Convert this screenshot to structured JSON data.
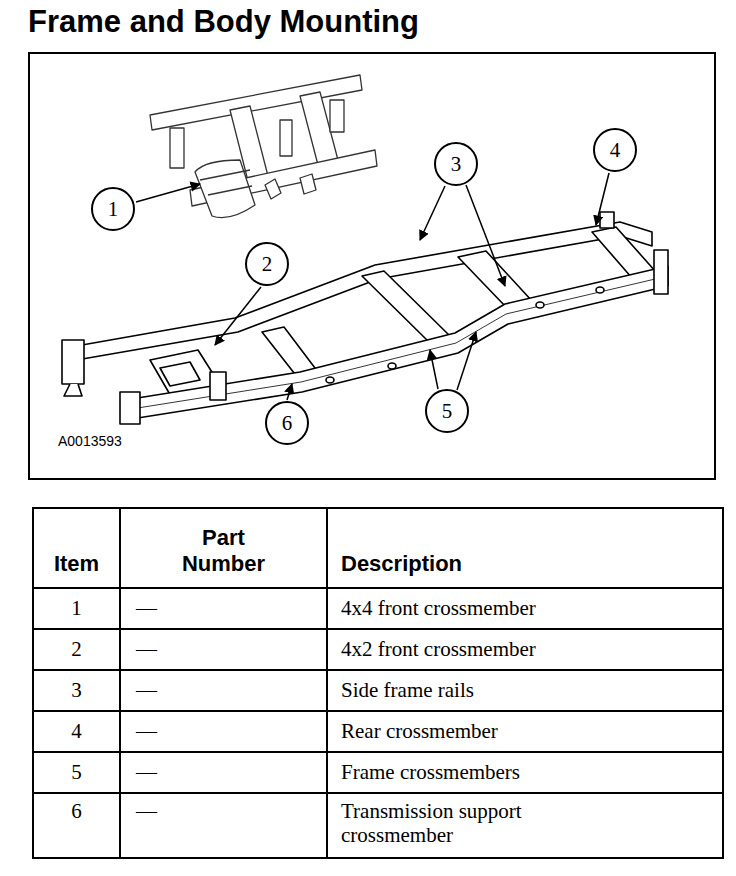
{
  "diagram": {
    "title": "Frame and Body Mounting",
    "nodes": [
      {
        "text": [
          "A0013593"
        ]
      },
      {
        "text": [
          "1"
        ],
        "in": 0
      },
      {
        "text": [
          "2"
        ],
        "in": 0
      },
      {
        "text": [
          "3"
        ],
        "in": 0
      },
      {
        "text": [
          "4"
        ],
        "in": 0
      },
      {
        "text": [
          "5"
        ],
        "in": 0
      },
      {
        "text": [
          "6"
        ],
        "in": 0
      }
    ],
    "labels": [
      "Item",
      "Part Number",
      "Description",
      "1",
      "—",
      "4x4 front crossmember",
      "2",
      "—",
      "4x2 front crossmember",
      "3",
      "—",
      "Side frame rails",
      "4",
      "—",
      "Rear crossmember",
      "5",
      "—",
      "Frame crossmembers",
      "6",
      "—",
      "Transmission support crossmember"
    ]
  }
}
